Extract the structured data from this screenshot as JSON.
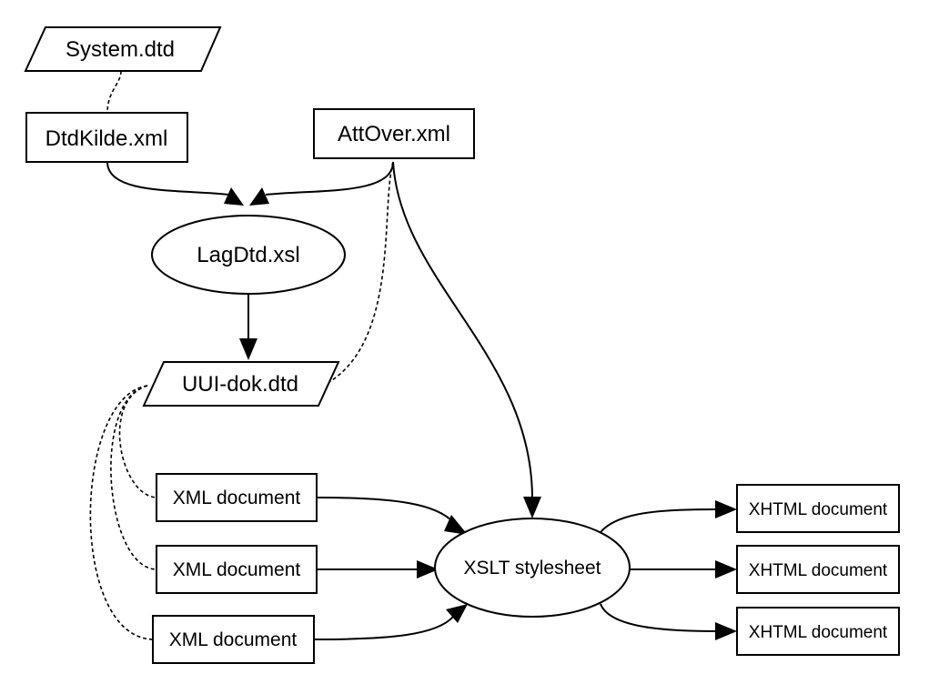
{
  "nodes": {
    "system_dtd": "System.dtd",
    "dtdkilde_xml": "DtdKilde.xml",
    "attover_xml": "AttOver.xml",
    "lagdtd_xsl": "LagDtd.xsl",
    "uui_dok_dtd": "UUI-dok.dtd",
    "xml_docs": [
      "XML document",
      "XML document",
      "XML document"
    ],
    "xslt_stylesheet": "XSLT stylesheet",
    "xhtml_docs": [
      "XHTML document",
      "XHTML document",
      "XHTML document"
    ]
  }
}
